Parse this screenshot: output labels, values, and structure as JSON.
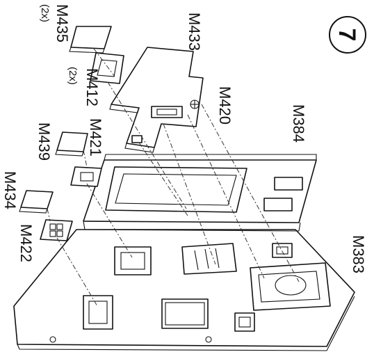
{
  "step": {
    "number": "7"
  },
  "labels": {
    "m435": "M435",
    "m435_qty": "(2x)",
    "m412": "M412",
    "m412_qty": "(2x)",
    "m433": "M433",
    "m420": "M420",
    "m421": "M421",
    "m439": "M439",
    "m434": "M434",
    "m422": "M422",
    "m384": "M384",
    "m383": "M383"
  }
}
